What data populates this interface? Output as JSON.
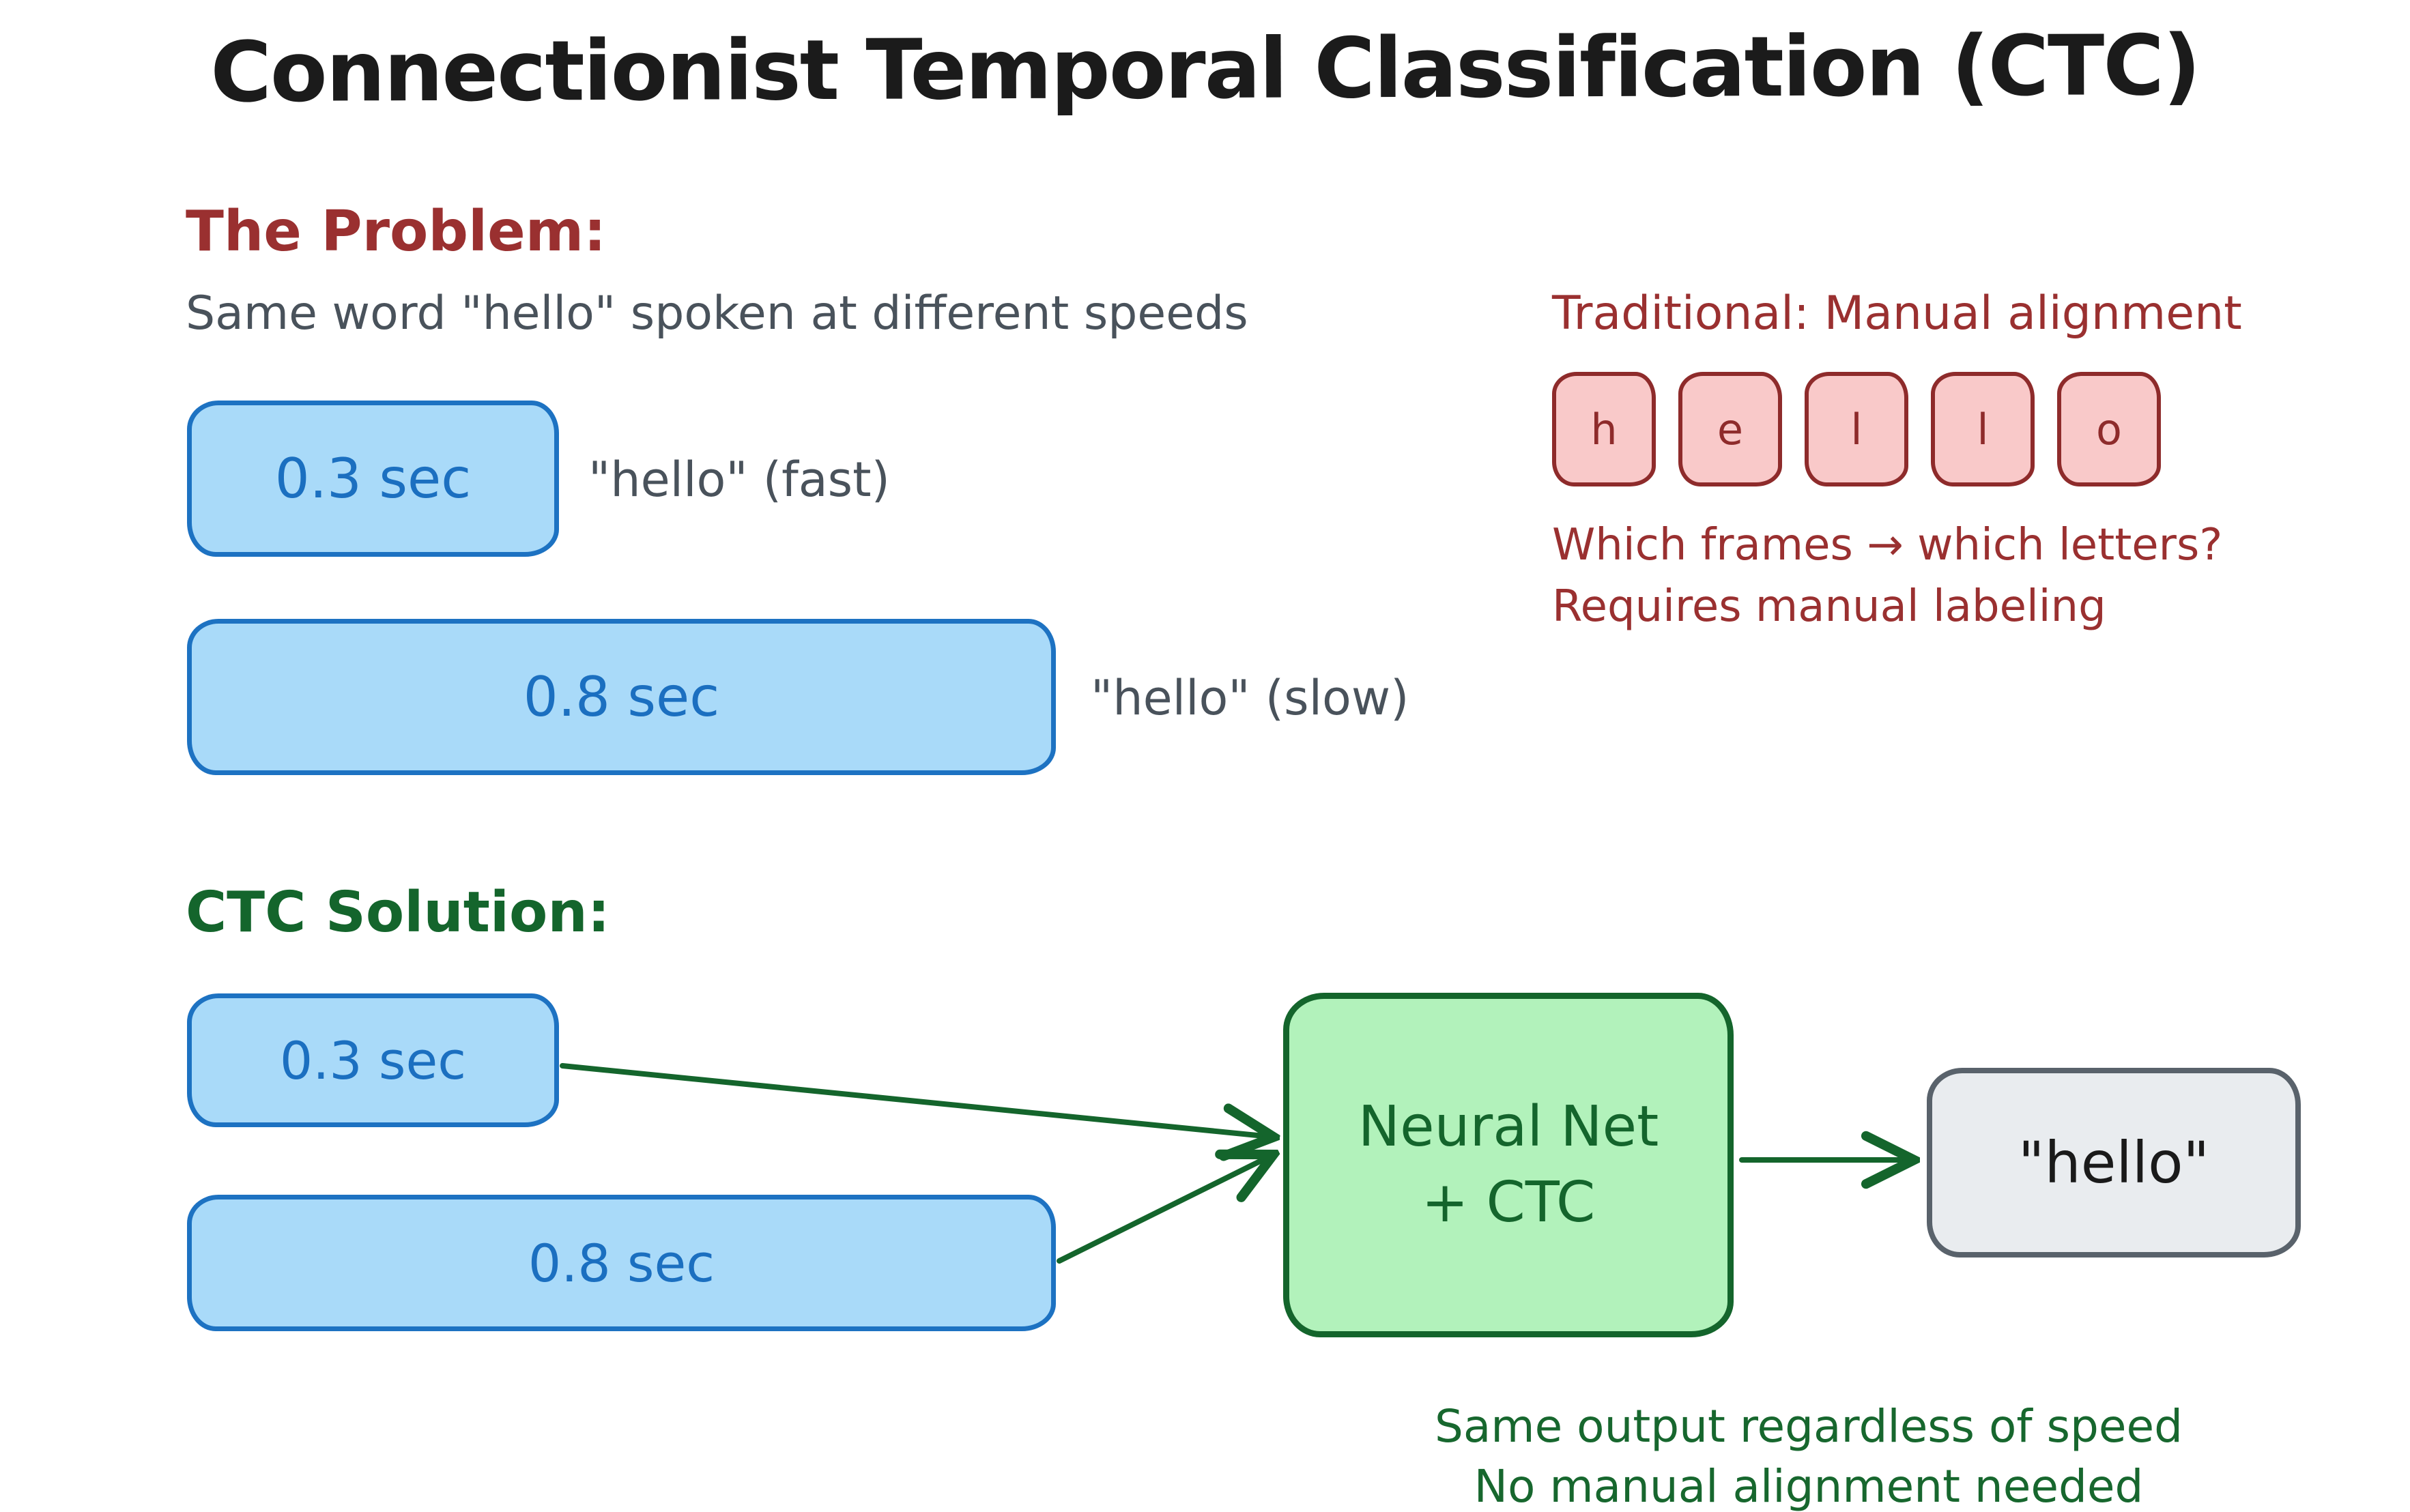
{
  "title": "Connectionist Temporal Classification (CTC)",
  "problem": {
    "heading": "The Problem:",
    "description": "Same word \"hello\" spoken at different speeds",
    "fast_box": {
      "label": "0.3 sec",
      "annotation": "\"hello\" (fast)"
    },
    "slow_box": {
      "label": "0.8 sec",
      "annotation": "\"hello\" (slow)"
    }
  },
  "traditional": {
    "heading": "Traditional: Manual alignment",
    "letters": [
      "h",
      "e",
      "l",
      "l",
      "o"
    ],
    "question": "Which frames → which letters?",
    "note": "Requires manual labeling"
  },
  "solution": {
    "heading": "CTC Solution:",
    "fast_box_label": "0.3 sec",
    "slow_box_label": "0.8 sec",
    "network_box": {
      "line1": "Neural Net",
      "line2": "+ CTC"
    },
    "output_box_label": "\"hello\"",
    "note_line1": "Same output regardless of speed",
    "note_line2": "No manual alignment needed"
  },
  "colors": {
    "title_text": "#1b1b1b",
    "red_text": "#9a3030",
    "gray_text": "#49525b",
    "blue_fill": "#a9daf9",
    "blue_border": "#1d72c2",
    "blue_text": "#1b6fc0",
    "pink_fill": "#f9c9c9",
    "pink_border": "#8e2b2b",
    "green_fill": "#b2f2bb",
    "green_border": "#14652c",
    "green_text": "#14652c",
    "output_fill": "#e9ecef",
    "output_border": "#59626b"
  }
}
